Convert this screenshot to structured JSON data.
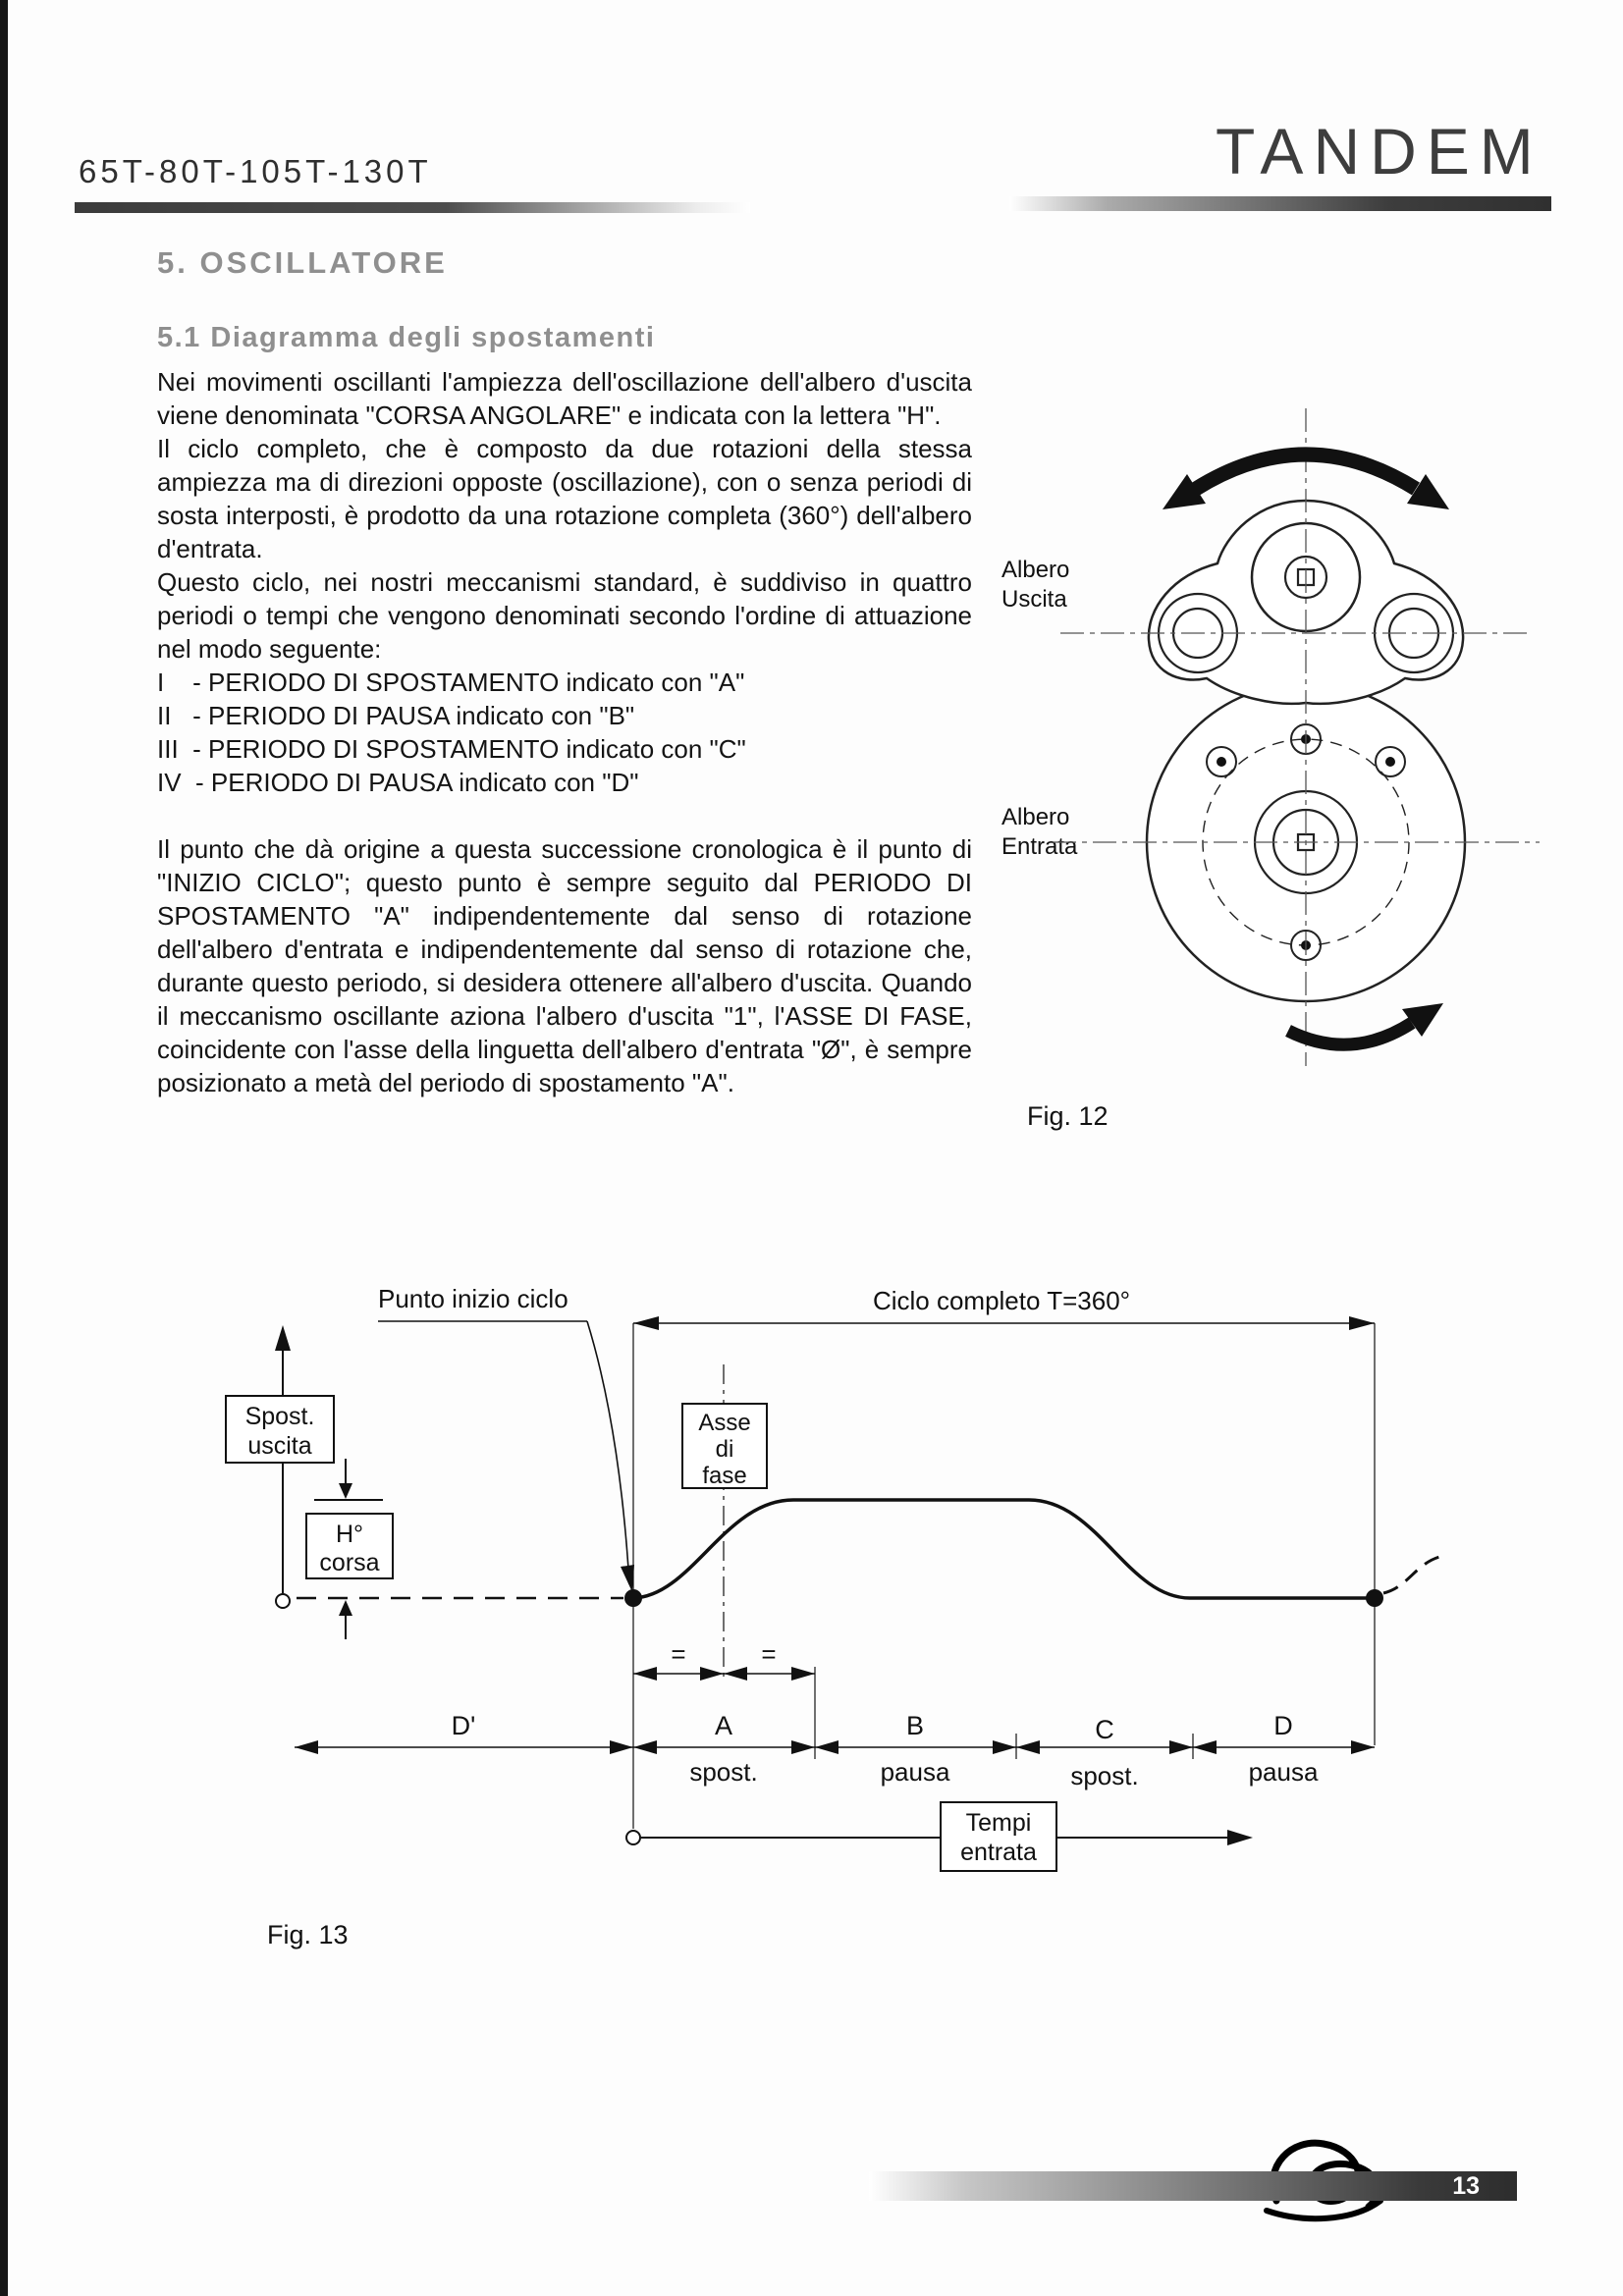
{
  "header": {
    "models": "65T-80T-105T-130T",
    "brand": "TANDEM"
  },
  "section": {
    "title": "5. OSCILLATORE",
    "subtitle": "5.1 Diagramma degli spostamenti"
  },
  "body": {
    "p1": "Nei movimenti oscillanti l'ampiezza dell'oscillazione dell'albero d'uscita viene denominata \"CORSA ANGOLARE\" e indicata con la lettera \"H\".",
    "p2": "Il ciclo completo, che è composto da due rotazioni della stessa ampiezza ma di direzioni opposte (oscillazione), con o senza periodi di sosta interposti, è prodotto da una rotazione completa (360°) dell'albero d'entrata.",
    "p3": "Questo ciclo, nei nostri meccanismi standard, è suddiviso in quattro periodi o tempi che vengono denominati secondo l'ordine di attuazione nel modo seguente:",
    "list": [
      "I    - PERIODO DI SPOSTAMENTO indicato con \"A\"",
      "II   - PERIODO DI PAUSA indicato con \"B\"",
      "III  - PERIODO DI SPOSTAMENTO indicato con \"C\"",
      "IV  - PERIODO DI PAUSA indicato con \"D\""
    ],
    "p4": "Il punto che dà origine a questa successione cronologica è il punto di \"INIZIO CICLO\"; questo punto è sempre seguito dal PERIODO DI SPOSTAMENTO \"A\" indipendentemente dal senso di rotazione dell'albero d'entrata e indipendentemente dal senso di rotazione che, durante questo periodo, si desidera ottenere all'albero d'uscita. Quando il meccanismo oscillante aziona l'albero d'uscita \"1\", l'ASSE DI FASE, coincidente con l'asse della linguetta dell'albero d'entrata \"Ø\", è sempre posizionato a metà del periodo di spostamento \"A\"."
  },
  "fig12": {
    "label_output": [
      "Albero",
      "Uscita"
    ],
    "label_input": [
      "Albero",
      "Entrata"
    ],
    "caption": "Fig. 12"
  },
  "fig13": {
    "punto_inizio": "Punto inizio ciclo",
    "ciclo_completo": "Ciclo completo  T=360°",
    "spost_uscita": [
      "Spost.",
      "uscita"
    ],
    "h_corsa": [
      "H°",
      "corsa"
    ],
    "asse_di_fase": [
      "Asse",
      "di",
      "fase"
    ],
    "equals_left": "=",
    "equals_right": "=",
    "periods": [
      {
        "label": "D'",
        "sub": ""
      },
      {
        "label": "A",
        "sub": "spost."
      },
      {
        "label": "B",
        "sub": "pausa"
      },
      {
        "label": "C",
        "sub": "spost."
      },
      {
        "label": "D",
        "sub": "pausa"
      }
    ],
    "tempi_entrata": [
      "Tempi",
      "entrata"
    ],
    "caption": "Fig. 13"
  },
  "footer": {
    "page_number": "13"
  }
}
